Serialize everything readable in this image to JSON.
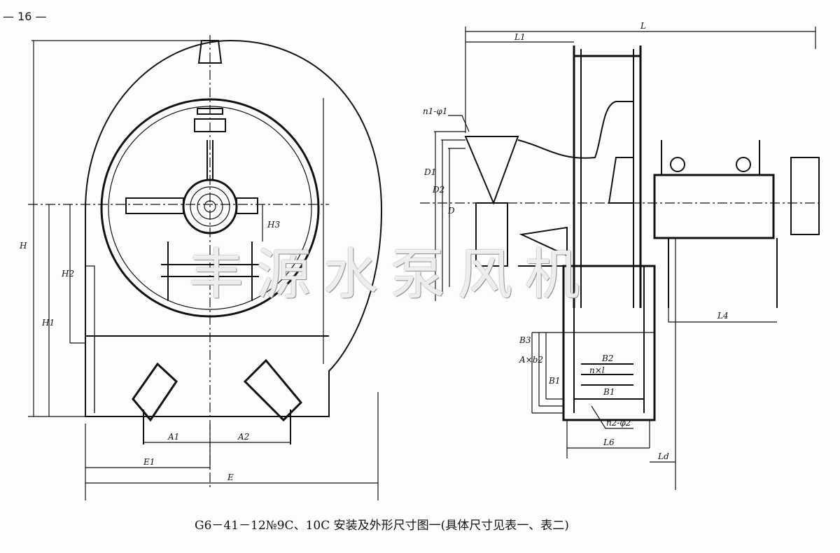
{
  "page_number": "— 16 —",
  "caption": "G6－41－12№9C、10C 安装及外形尺寸图一(具体尺寸见表一、表二)",
  "watermark": "丰源水泵风机",
  "front_view_labels": {
    "H": "H",
    "H1": "H1",
    "H2": "H2",
    "H3": "H3",
    "A1": "A1",
    "A2": "A2",
    "E1": "E1",
    "E": "E"
  },
  "side_view_labels": {
    "L": "L",
    "L1": "L1",
    "n1_phi1": "n1-φ1",
    "D1": "D1",
    "D2": "D2",
    "D": "D",
    "L4": "L4",
    "B3": "B3",
    "A_b2": "A×b2",
    "B1": "B1",
    "B2": "B2",
    "n_l": "n×l",
    "B": "B1",
    "n2_phi2": "n2-φ2",
    "L6": "L6",
    "L5": "Ld"
  }
}
